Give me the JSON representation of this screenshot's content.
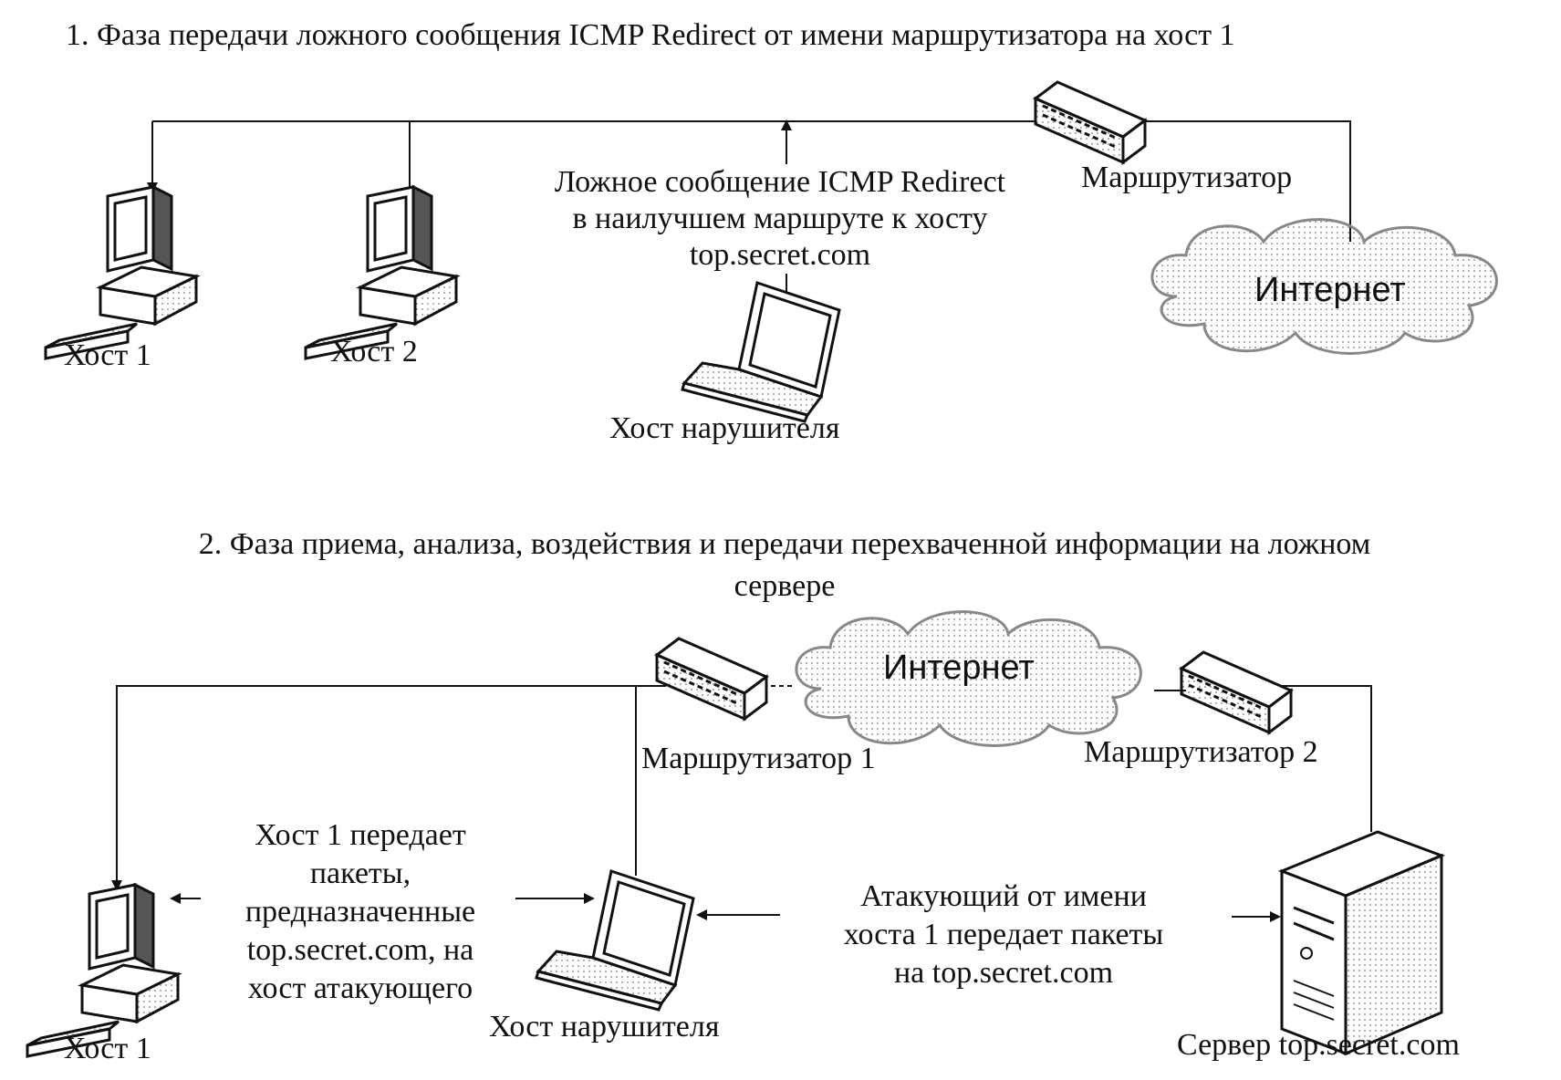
{
  "phase1": {
    "heading": "1. Фаза передачи ложного сообщения ICMP Redirect от имени маршрутизатора на хост 1",
    "message_lines": [
      "Ложное сообщение ICMP Redirect",
      "в наилучшем маршруте к хосту",
      "top.secret.com"
    ],
    "router_label": "Маршрутизатор",
    "internet_label": "Интернет",
    "host1_label": "Хост 1",
    "host2_label": "Хост 2",
    "attacker_label": "Хост нарушителя"
  },
  "phase2": {
    "heading_lines": [
      "2. Фаза приема, анализа, воздействия и передачи перехваченной информации на ложном",
      "сервере"
    ],
    "internet_label": "Интернет",
    "router1_label": "Маршрутизатор 1",
    "router2_label": "Маршрутизатор 2",
    "host1_note_lines": [
      "Хост 1 передает",
      "пакеты,",
      "предназначенные",
      "top.secret.com, на",
      "хост атакующего"
    ],
    "attacker_note_lines": [
      "Атакующий от имени",
      "хоста 1 передает пакеты",
      "на top.secret.com"
    ],
    "host1_label": "Хост 1",
    "attacker_label": "Хост нарушителя",
    "server_label": "Сервер top.secret.com"
  }
}
